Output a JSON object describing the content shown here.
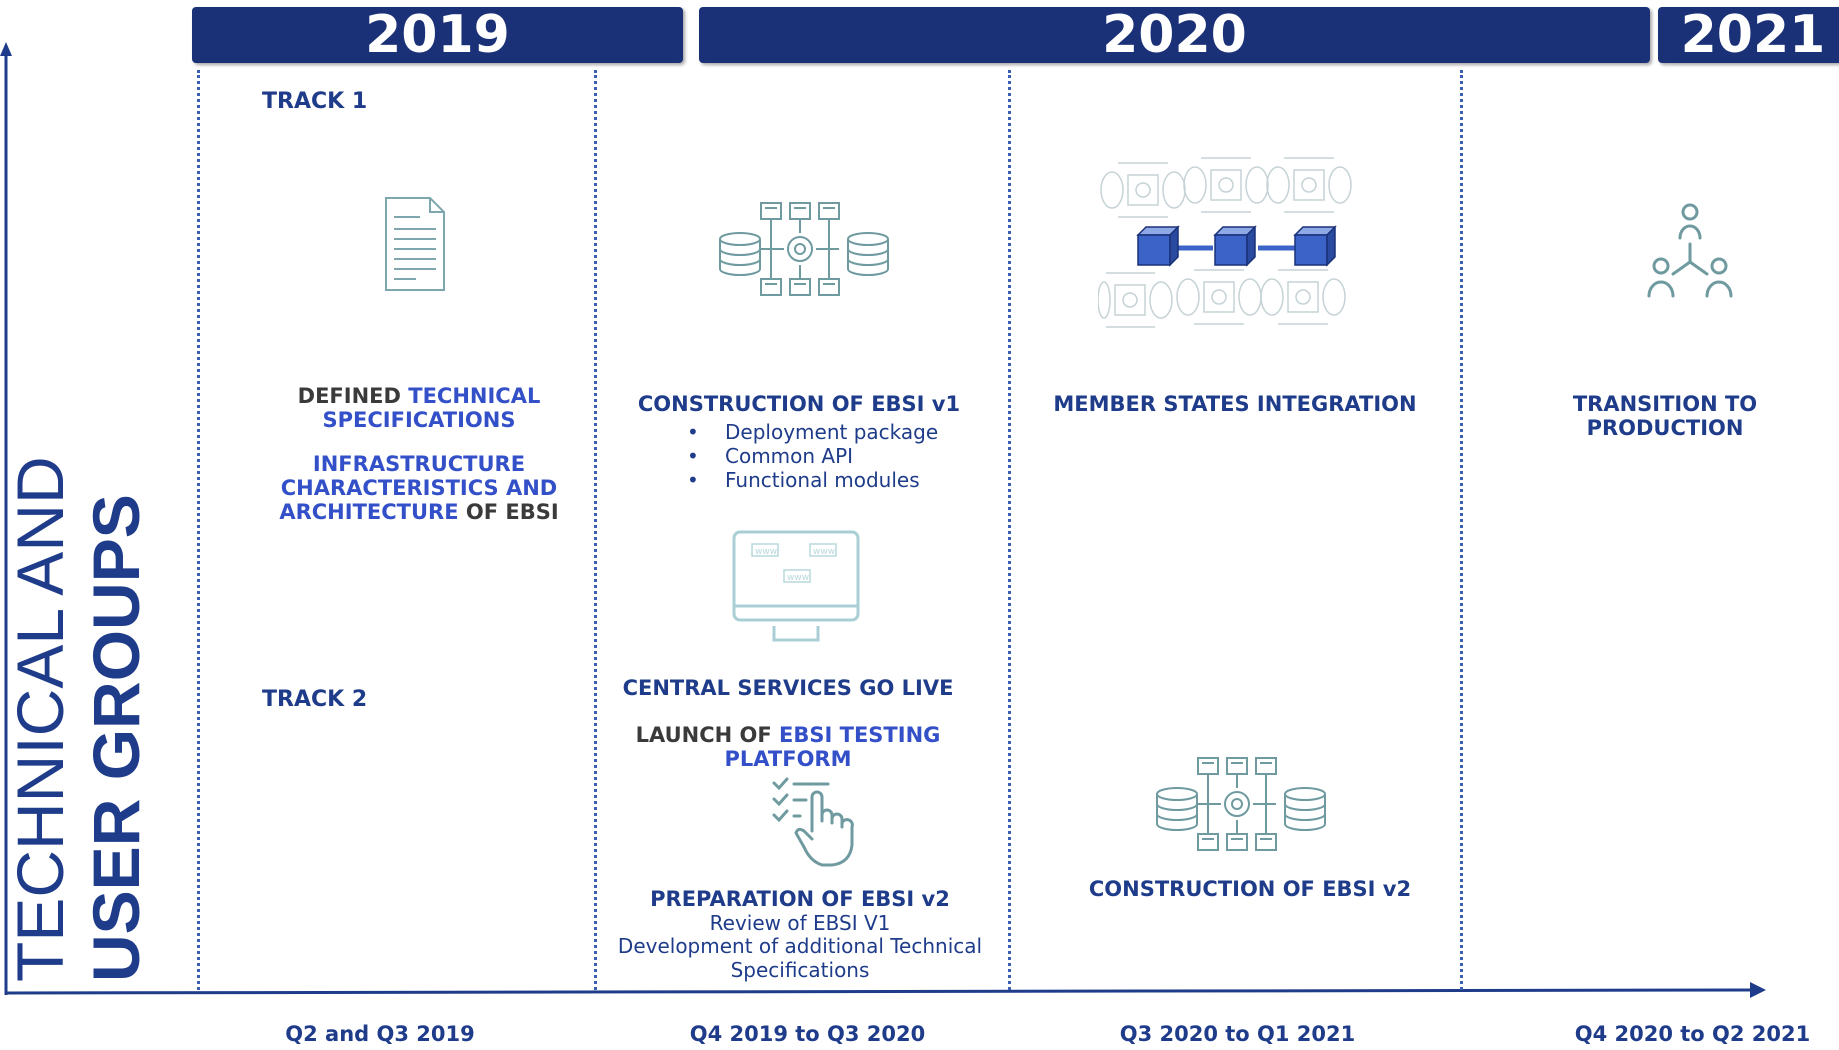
{
  "years": {
    "y2019": "2019",
    "y2020": "2020",
    "y2021": "2021"
  },
  "side_title": {
    "line1": "TECHNICAL AND",
    "line2": "USER GROUPS"
  },
  "tracks": {
    "track1": "TRACK 1",
    "track2": "TRACK 2"
  },
  "col1": {
    "spec_part1": "DEFINED ",
    "spec_part2": "TECHNICAL SPECIFICATIONS",
    "infra_part1": "INFRASTRUCTURE CHARACTERISTICS AND ARCHITECTURE",
    "infra_part2": " OF EBSI"
  },
  "col2": {
    "heading": "CONSTRUCTION OF EBSI v1",
    "bullets": [
      "Deployment package",
      "Common API",
      "Functional modules"
    ],
    "central_services": "CENTRAL SERVICES GO LIVE",
    "launch_part1": "LAUNCH OF ",
    "launch_part2": "EBSI TESTING PLATFORM",
    "prep_heading": "PREPARATION OF EBSI v2",
    "prep_line1": "Review of EBSI V1",
    "prep_line2": "Development of additional Technical Specifications",
    "www_labels": [
      "www",
      "www",
      "www"
    ]
  },
  "col3": {
    "heading": "MEMBER STATES INTEGRATION",
    "heading2": "CONSTRUCTION OF EBSI v2"
  },
  "col4": {
    "heading": "TRANSITION TO PRODUCTION"
  },
  "periods": [
    "Q2 and Q3 2019",
    "Q4 2019 to Q3 2020",
    "Q3 2020 to Q1 2021",
    "Q4 2020 to Q2 2021"
  ],
  "colors": {
    "navy": "#1a3178",
    "text_blue": "#1f3c8a",
    "accent_blue": "#3350c8",
    "icon_teal": "#6f9aa0",
    "cube_blue": "#3c64c8"
  }
}
